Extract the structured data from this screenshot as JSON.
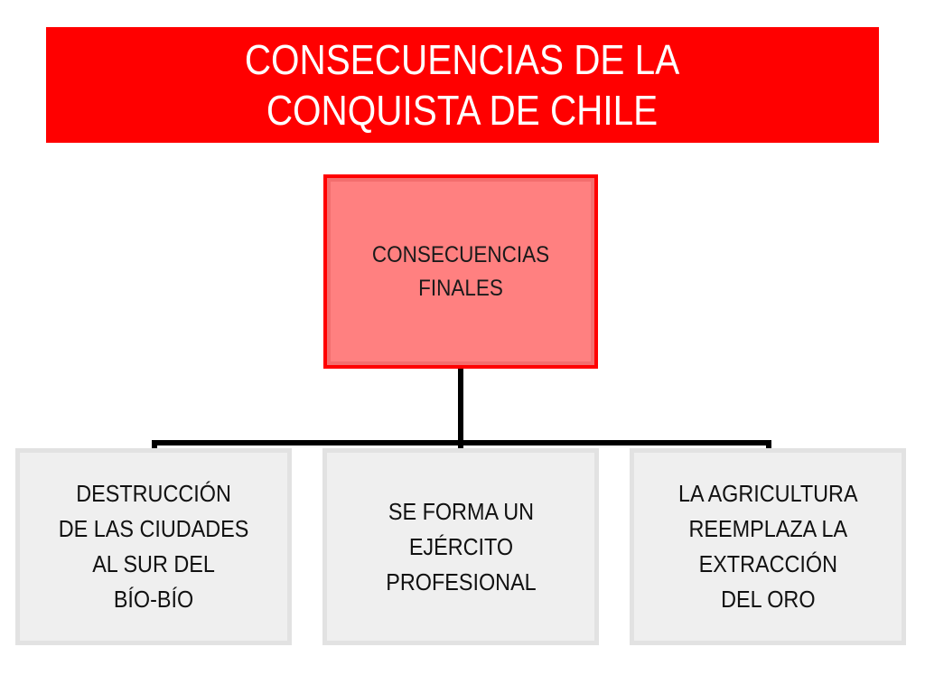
{
  "title": "CONSECUENCIAS DE LA\nCONQUISTA DE CHILE",
  "root": {
    "label": "CONSECUENCIAS\nFINALES"
  },
  "children": [
    {
      "label": "DESTRUCCIÓN\nDE LAS CIUDADES\nAL SUR DEL\nBÍO-BÍO"
    },
    {
      "label": "SE FORMA UN\nEJÉRCITO\nPROFESIONAL"
    },
    {
      "label": "LA AGRICULTURA\nREEMPLAZA LA\nEXTRACCIÓN\nDEL ORO"
    }
  ],
  "colors": {
    "banner": "#ff0000",
    "root_fill": "#ff8080",
    "child_fill": "#efefef",
    "connector": "#000000"
  }
}
